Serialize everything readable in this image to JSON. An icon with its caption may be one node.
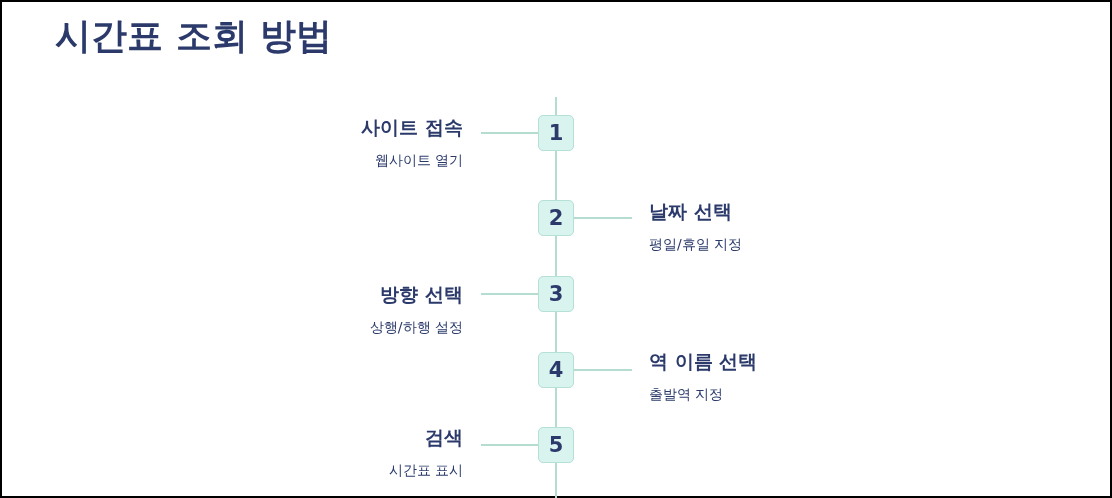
{
  "diagram": {
    "title": "시간표 조회 방법",
    "nodes": [
      {
        "text": [
          "1"
        ]
      },
      {
        "text": [
          "사이트 접속",
          "웹사이트 열기"
        ]
      },
      {
        "text": [
          "2"
        ]
      },
      {
        "text": [
          "날짜 선택",
          "평일/휴일 지정"
        ]
      },
      {
        "text": [
          "3"
        ]
      },
      {
        "text": [
          "방향 선택",
          "상행/하행 설정"
        ]
      },
      {
        "text": [
          "4"
        ]
      },
      {
        "text": [
          "역 이름 선택",
          "출발역 지정"
        ]
      },
      {
        "text": [
          "5"
        ]
      },
      {
        "text": [
          "검색",
          "시간표 표시"
        ]
      }
    ],
    "edges": [
      {
        "from": 0,
        "to": 1,
        "arrow": "none"
      },
      {
        "from": 0,
        "to": 2,
        "arrow": "none"
      },
      {
        "from": 2,
        "to": 3,
        "arrow": "none"
      },
      {
        "from": 2,
        "to": 4,
        "arrow": "none"
      },
      {
        "from": 4,
        "to": 5,
        "arrow": "none"
      },
      {
        "from": 4,
        "to": 6,
        "arrow": "none"
      },
      {
        "from": 6,
        "to": 7,
        "arrow": "none"
      },
      {
        "from": 6,
        "to": 8,
        "arrow": "none"
      },
      {
        "from": 8,
        "to": 9,
        "arrow": "none"
      }
    ]
  }
}
